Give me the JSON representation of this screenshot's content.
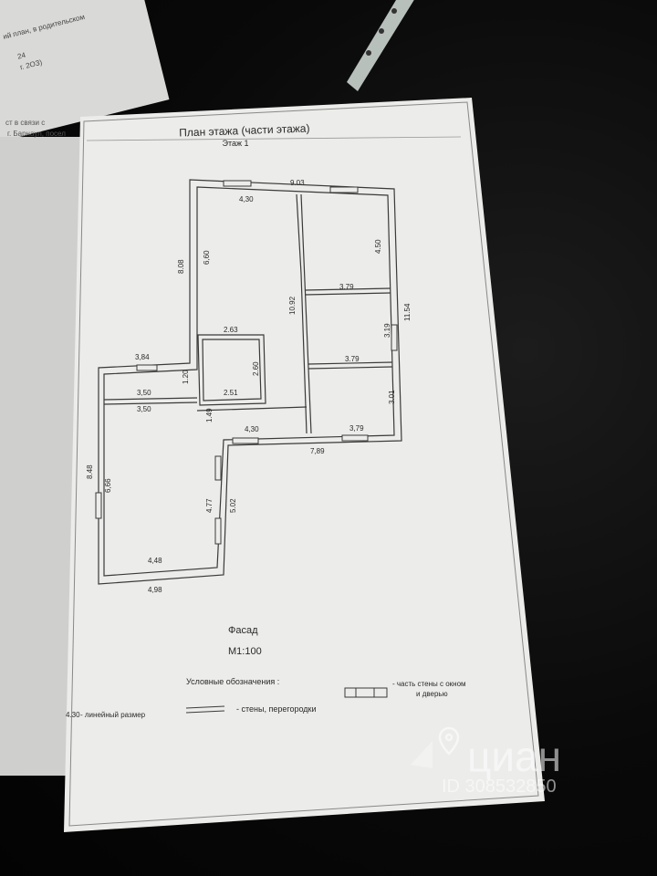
{
  "plan": {
    "title": "План этажа (части этажа)",
    "floor": "Этаж 1",
    "facade": "Фасад",
    "scale": "М1:100"
  },
  "legend": {
    "heading": "Условные обозначения :",
    "walls": "- стены, перегородки",
    "window_wall_line1": "- часть стены с окном",
    "window_wall_line2": "и дверью",
    "linear": "- линейный размер",
    "linear_sample": "4.30"
  },
  "dimensions": {
    "d903": "9.03",
    "d430a": "4,30",
    "d450": "4.50",
    "d379a": "3.79",
    "d808": "8.08",
    "d660": "6,60",
    "d1092": "10.92",
    "d1154": "11.54",
    "d319": "3.19",
    "d379b": "3.79",
    "d263": "2.63",
    "d260": "2.60",
    "d251": "2.51",
    "d384": "3,84",
    "d120": "1.20",
    "d350a": "3,50",
    "d350b": "3,50",
    "d301": "3.01",
    "d149": "1.49",
    "d430b": "4,30",
    "d379c": "3,79",
    "d789": "7,89",
    "d848": "8.48",
    "d666": "6,66",
    "d477": "4.77",
    "d502": "5.02",
    "d448": "4,48",
    "d498": "4,98"
  },
  "watermark": {
    "brand": "циан",
    "id": "ID 308532850"
  },
  "background_sheet": {
    "line1": "ий план, в родительском",
    "line2": "24",
    "line3": "г. 2ОЗ)",
    "line4": "ст в связи с",
    "line5": "г. Барнаул, посел"
  },
  "colors": {
    "paper": "#ececea",
    "wall": "#3a3a3a",
    "window": "#8a8a8a",
    "watermark": "#ffffff"
  }
}
